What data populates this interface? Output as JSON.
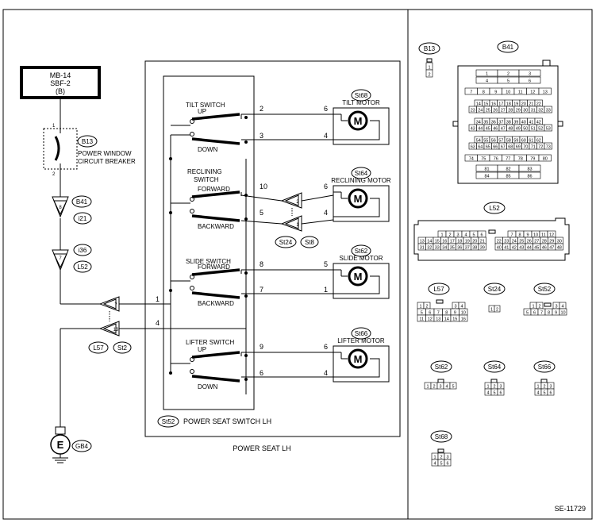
{
  "figure_id": "SE-11729",
  "harness": {
    "title": "POWER SEAT LH",
    "switch_title": "POWER SEAT SWITCH LH",
    "switch_ref": "St52"
  },
  "fuse": {
    "line1": "MB-14",
    "line2": "SBF-2",
    "line3": "(B)"
  },
  "breaker": {
    "ref": "B13",
    "line1": "POWER WINDOW",
    "line2": "CIRCUIT BREAKER",
    "pin_top": "1",
    "pin_bottom": "2"
  },
  "wire_connectors": [
    {
      "id": "B41",
      "pin": "8",
      "upper_ref": "B41",
      "lower_ref": "i21"
    },
    {
      "id": "i36",
      "pin": "7",
      "upper_ref": "i36",
      "lower_ref": "L52"
    },
    {
      "id": "L57",
      "pins": [
        "7",
        "13"
      ],
      "refs": [
        "L57",
        "St2"
      ]
    },
    {
      "id": "St24",
      "pins": [
        "2",
        "1"
      ],
      "refs": [
        "St24",
        "St8"
      ]
    }
  ],
  "wire_labels": {
    "w1": "1",
    "w4": "4"
  },
  "ground": {
    "symbol": "E",
    "ref": "GB4"
  },
  "switches": [
    {
      "name": "TILT SWITCH",
      "positions": [
        "UP",
        "DOWN"
      ],
      "motor": "TILT MOTOR",
      "motor_ref": "St68",
      "pin_a": "2",
      "pin_b": "3",
      "mpin_a": "6",
      "mpin_b": "4"
    },
    {
      "name": "RECLINING SWITCH",
      "positions": [
        "FORWARD",
        "BACKWARD"
      ],
      "motor": "RECLINING MOTOR",
      "motor_ref": "St64",
      "pin_a": "10",
      "pin_b": "5",
      "mpin_a": "6",
      "mpin_b": "4"
    },
    {
      "name": "SLIDE SWITCH",
      "positions": [
        "FORWARD",
        "BACKWARD"
      ],
      "motor": "SLIDE MOTOR",
      "motor_ref": "St62",
      "pin_a": "8",
      "pin_b": "7",
      "mpin_a": "5",
      "mpin_b": "1"
    },
    {
      "name": "LIFTER SWITCH",
      "positions": [
        "UP",
        "DOWN"
      ],
      "motor": "LIFTER MOTOR",
      "motor_ref": "St66",
      "pin_a": "9",
      "pin_b": "6",
      "mpin_a": "6",
      "mpin_b": "4"
    }
  ],
  "motor_symbol": "M",
  "connector_views": {
    "B13": {
      "ref": "B13",
      "pins": [
        "1",
        "2"
      ]
    },
    "B41": {
      "ref": "B41",
      "rows": [
        [
          "1",
          "2",
          "3"
        ],
        [
          "4",
          "5",
          "6"
        ],
        [
          "7",
          "8",
          "9",
          "10",
          "11",
          "12",
          "13"
        ],
        [
          "14",
          "15",
          "16",
          "17",
          "18",
          "19",
          "20",
          "21",
          "22"
        ],
        [
          "23",
          "24",
          "25",
          "26",
          "27",
          "28",
          "29",
          "30",
          "31",
          "32",
          "33"
        ],
        [
          "34",
          "35",
          "36",
          "37",
          "38",
          "39",
          "40",
          "41",
          "42"
        ],
        [
          "43",
          "44",
          "45",
          "46",
          "47",
          "48",
          "49",
          "50",
          "51",
          "52",
          "53"
        ],
        [
          "54",
          "55",
          "56",
          "57",
          "58",
          "59",
          "60",
          "61",
          "62"
        ],
        [
          "63",
          "64",
          "65",
          "66",
          "67",
          "68",
          "69",
          "70",
          "71",
          "72",
          "73"
        ],
        [
          "74",
          "75",
          "76",
          "77",
          "78",
          "79",
          "80"
        ],
        [
          "81",
          "82",
          "83"
        ],
        [
          "84",
          "85",
          "86"
        ]
      ]
    },
    "L52": {
      "ref": "L52",
      "left_rows": [
        [
          "1",
          "2",
          "3",
          "4",
          "5",
          "6"
        ],
        [
          "13",
          "14",
          "15",
          "16",
          "17",
          "18",
          "19",
          "20",
          "21"
        ],
        [
          "31",
          "32",
          "33",
          "34",
          "35",
          "36",
          "37",
          "38",
          "39"
        ]
      ],
      "right_rows": [
        [
          "7",
          "8",
          "9",
          "10",
          "11",
          "12"
        ],
        [
          "22",
          "23",
          "24",
          "25",
          "26",
          "27",
          "28",
          "29",
          "30"
        ],
        [
          "40",
          "41",
          "42",
          "43",
          "44",
          "45",
          "46",
          "47",
          "48"
        ]
      ]
    },
    "L57": {
      "ref": "L57",
      "rows": [
        [
          "1",
          "2",
          "3",
          "4"
        ],
        [
          "5",
          "6",
          "7",
          "8",
          "9",
          "10"
        ],
        [
          "11",
          "12",
          "13",
          "14",
          "15",
          "16"
        ]
      ]
    },
    "St24": {
      "ref": "St24",
      "rows": [
        [
          "1",
          "2"
        ]
      ]
    },
    "St52": {
      "ref": "St52",
      "rows": [
        [
          "1",
          "2",
          "3",
          "4"
        ],
        [
          "5",
          "6",
          "7",
          "8",
          "9",
          "10"
        ]
      ]
    },
    "St62": {
      "ref": "St62",
      "rows": [
        [
          "1",
          "2",
          "3",
          "4",
          "5"
        ]
      ]
    },
    "St64": {
      "ref": "St64",
      "rows": [
        [
          "1",
          "2",
          "3"
        ],
        [
          "4",
          "5",
          "6"
        ]
      ]
    },
    "St66": {
      "ref": "St66",
      "rows": [
        [
          "1",
          "2",
          "3"
        ],
        [
          "4",
          "5",
          "6"
        ]
      ]
    },
    "St68": {
      "ref": "St68",
      "rows": [
        [
          "1",
          "2",
          "3"
        ],
        [
          "4",
          "5",
          "6"
        ]
      ]
    }
  }
}
